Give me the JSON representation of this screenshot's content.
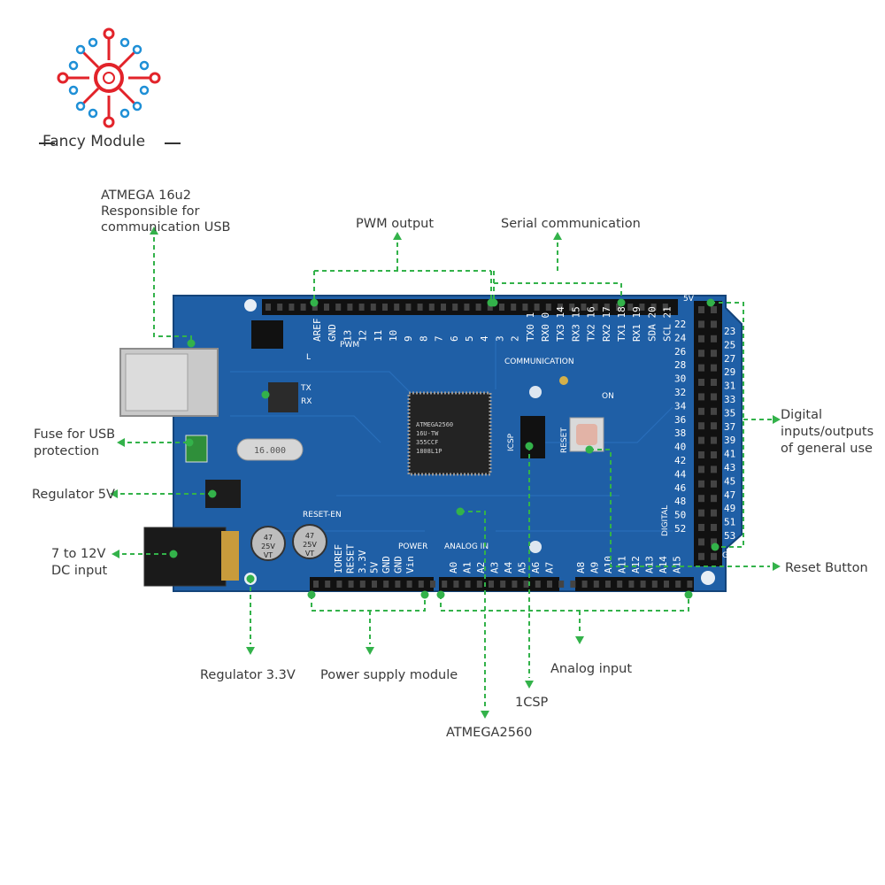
{
  "brand": {
    "name": "Fancy Module"
  },
  "colors": {
    "leader": "#33b24a",
    "board": "#1f5fa6",
    "logo_red": "#e2232a",
    "logo_blue": "#1e8fd6"
  },
  "labels": {
    "atmega16u2": [
      "ATMEGA 16u2",
      "Responsible for",
      "communication USB"
    ],
    "pwm": "PWM output",
    "serial": "Serial communication",
    "digital": [
      "Digital",
      "inputs/outputs",
      "of general use"
    ],
    "fuse": [
      "Fuse for USB",
      "protection"
    ],
    "reg5v": "Regulator 5V",
    "dcinput": [
      "7 to 12V",
      "DC input"
    ],
    "reset": "Reset Button",
    "reg33": "Regulator 3.3V",
    "power": "Power supply module",
    "analog": "Analog input",
    "icsp": "1CSP",
    "atmega2560": "ATMEGA2560"
  },
  "board": {
    "top_pins": [
      "AREF",
      "GND",
      "13",
      "12",
      "11",
      "10",
      "9",
      "8",
      "7",
      "6",
      "5",
      "4",
      "3",
      "2",
      "TX0 1",
      "RX0 0",
      "TX3 14",
      "RX3 15",
      "TX2 16",
      "RX2 17",
      "TX1 18",
      "RX1 19",
      "SDA 20",
      "SCL 21"
    ],
    "pwm_label": "PWM",
    "comm_label": "COMMUNICATION",
    "chip_text": [
      "ATMEGA2560",
      "16U-TW",
      "355CCF",
      "1808L1P"
    ],
    "crystal": "16.000",
    "right_pins_left": [
      "22",
      "24",
      "26",
      "28",
      "30",
      "32",
      "34",
      "36",
      "38",
      "40",
      "42",
      "44",
      "46",
      "48",
      "50",
      "52"
    ],
    "right_pins_right": [
      "23",
      "25",
      "27",
      "29",
      "31",
      "33",
      "35",
      "37",
      "39",
      "41",
      "43",
      "45",
      "47",
      "49",
      "51",
      "53"
    ],
    "digital_label": "DIGITAL",
    "power_pins": [
      "IOREF",
      "RESET",
      "3.3V",
      "5V",
      "GND",
      "GND",
      "Vin"
    ],
    "power_label": "POWER",
    "analog_label": "ANALOG IN",
    "analog_pins": [
      "A0",
      "A1",
      "A2",
      "A3",
      "A4",
      "A5",
      "A6",
      "A7",
      "A8",
      "A9",
      "A10",
      "A11",
      "A12",
      "A13",
      "A14",
      "A15"
    ],
    "tx": "TX",
    "rx": "RX",
    "l": "L",
    "on": "ON",
    "icsp": "ICSP",
    "reset": "RESET",
    "reset_en": "RESET-EN",
    "cap1": [
      "47",
      "25V",
      "VT"
    ],
    "cap2": [
      "47",
      "25V",
      "VT"
    ],
    "five_v": "5V",
    "gnd": "GND"
  }
}
